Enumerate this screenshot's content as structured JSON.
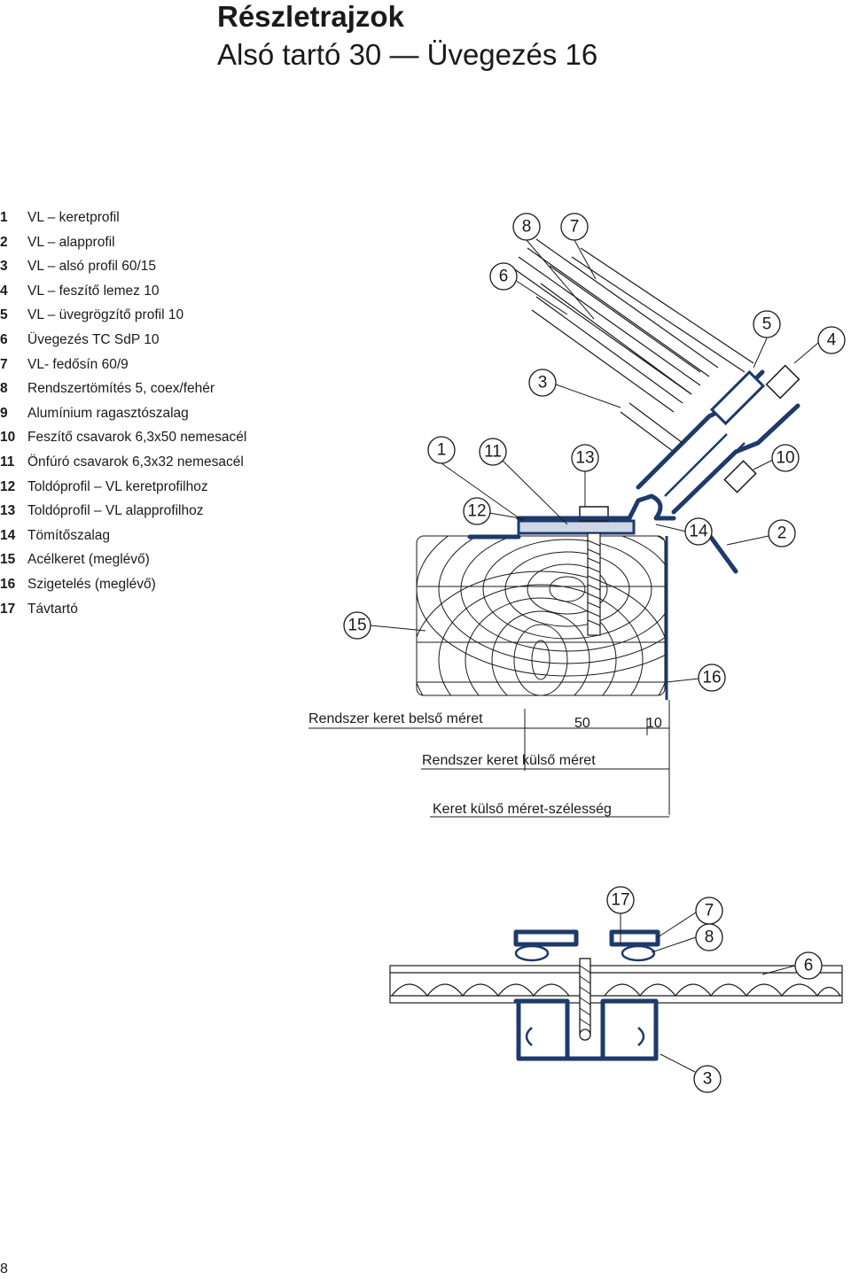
{
  "header": {
    "title": "Részletrajzok",
    "subtitle": "Alsó tartó 30 — Üvegezés 16"
  },
  "legend": [
    {
      "num": "1",
      "text": "VL – keretprofil"
    },
    {
      "num": "2",
      "text": "VL – alapprofil"
    },
    {
      "num": "3",
      "text": "VL – alsó profil 60/15"
    },
    {
      "num": "4",
      "text": "VL – feszítő lemez 10"
    },
    {
      "num": "5",
      "text": "VL – üvegrögzítő profil 10"
    },
    {
      "num": "6",
      "text": "Üvegezés TC SdP 10"
    },
    {
      "num": "7",
      "text": "VL- fedősín 60/9"
    },
    {
      "num": "8",
      "text": "Rendszertömítés 5, coex/fehér"
    },
    {
      "num": "9",
      "text": "Alumínium ragasztószalag"
    },
    {
      "num": "10",
      "text": "Feszítő csavarok 6,3x50 nemesacél"
    },
    {
      "num": "11",
      "text": "Önfúró csavarok 6,3x32 nemesacél"
    },
    {
      "num": "12",
      "text": "Toldóprofil – VL keretprofilhoz"
    },
    {
      "num": "13",
      "text": "Toldóprofil – VL alapprofilhoz"
    },
    {
      "num": "14",
      "text": "Tömítőszalag"
    },
    {
      "num": "15",
      "text": "Acélkeret (meglévő)"
    },
    {
      "num": "16",
      "text": "Szigetelés (meglévő)"
    },
    {
      "num": "17",
      "text": "Távtartó"
    }
  ],
  "callouts_top": [
    "8",
    "7",
    "6",
    "5",
    "4",
    "3",
    "1",
    "11",
    "13",
    "10",
    "12",
    "14",
    "2",
    "15",
    "16"
  ],
  "callouts_bottom": [
    "17",
    "7",
    "8",
    "6",
    "3"
  ],
  "dimensions": {
    "inner": "Rendszer keret belső méret",
    "d50": "50",
    "d10": "10",
    "outer": "Rendszer keret külső méret",
    "width": "Keret külső méret-szélesség"
  },
  "colors": {
    "profile": "#1d3a6b",
    "line": "#1a1a1a"
  },
  "page_number": "8"
}
